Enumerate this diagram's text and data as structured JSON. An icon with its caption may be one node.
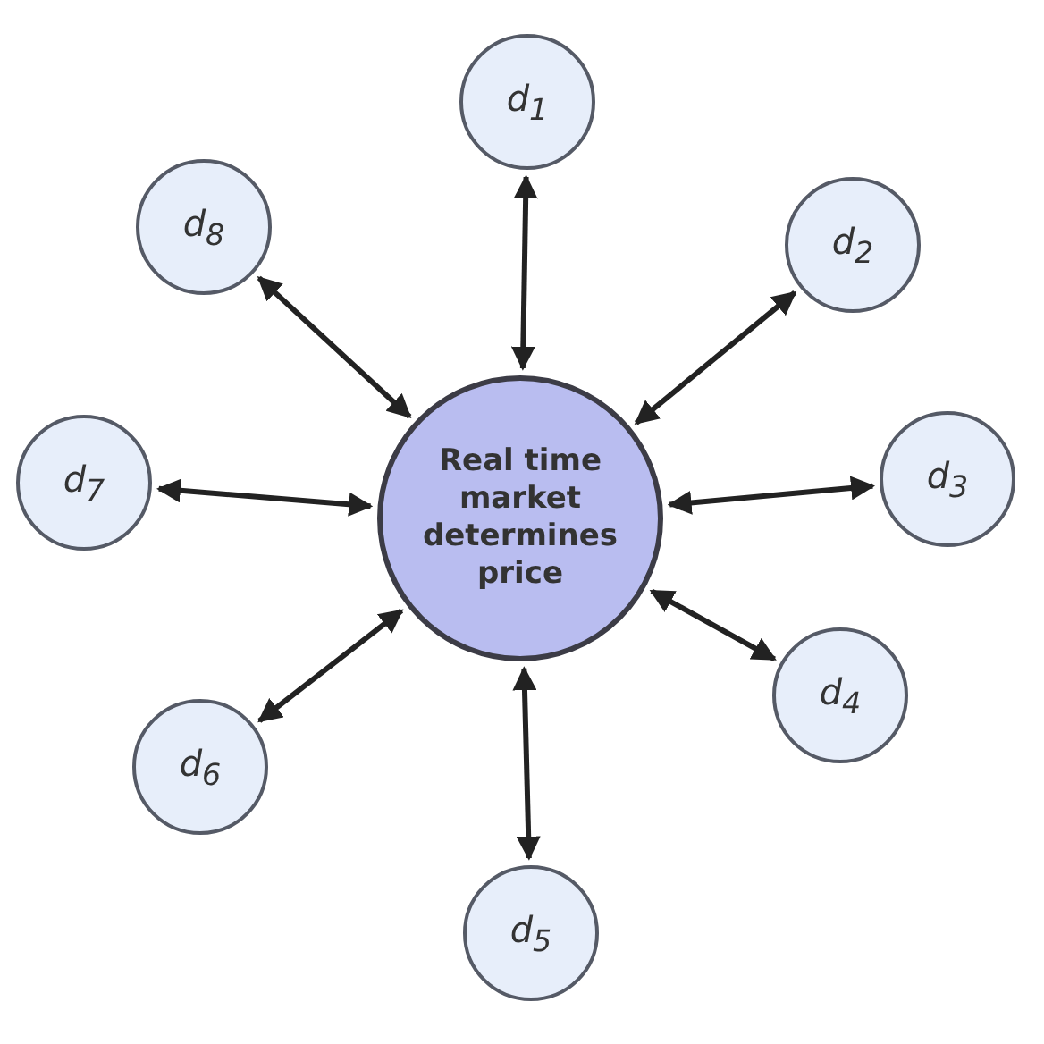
{
  "diagram": {
    "nodes": [
      {
        "text": [
          "Real time market determines price"
        ]
      },
      {
        "text": [
          "d$_{1}$"
        ]
      },
      {
        "text": [
          "d$_{2}$"
        ]
      },
      {
        "text": [
          "d$_{3}$"
        ]
      },
      {
        "text": [
          "d$_{4}$"
        ]
      },
      {
        "text": [
          "d$_{5}$"
        ]
      },
      {
        "text": [
          "d$_{6}$"
        ]
      },
      {
        "text": [
          "d$_{7}$"
        ]
      },
      {
        "text": [
          "d$_{8}$"
        ]
      }
    ],
    "edges": [
      {
        "from": 0,
        "to": 1,
        "arrow": "both"
      },
      {
        "from": 0,
        "to": 2,
        "arrow": "both"
      },
      {
        "from": 0,
        "to": 3,
        "arrow": "both"
      },
      {
        "from": 0,
        "to": 4,
        "arrow": "both"
      },
      {
        "from": 0,
        "to": 5,
        "arrow": "both"
      },
      {
        "from": 0,
        "to": 6,
        "arrow": "both"
      },
      {
        "from": 0,
        "to": 7,
        "arrow": "both"
      },
      {
        "from": 0,
        "to": 8,
        "arrow": "both"
      }
    ]
  }
}
